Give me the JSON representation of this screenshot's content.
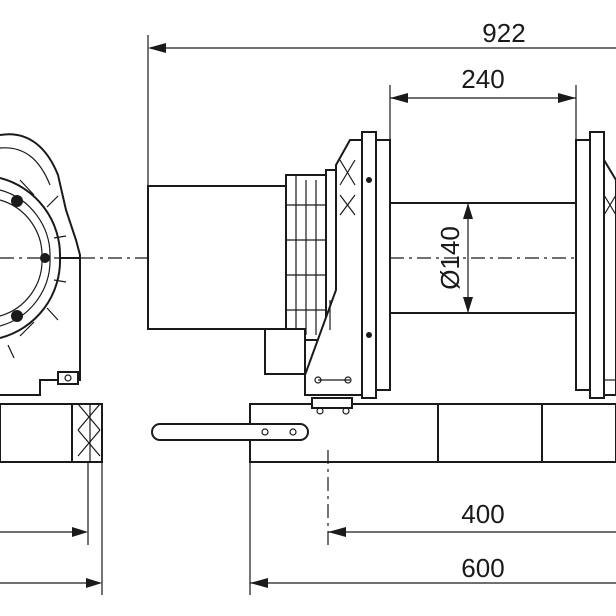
{
  "dimensions": {
    "overall_length": "922",
    "drum_length": "240",
    "drum_diameter": "Ø140",
    "mount_spacing": "400",
    "base_length": "600"
  },
  "colors": {
    "line": "#1a1a1a",
    "background": "#ffffff"
  }
}
